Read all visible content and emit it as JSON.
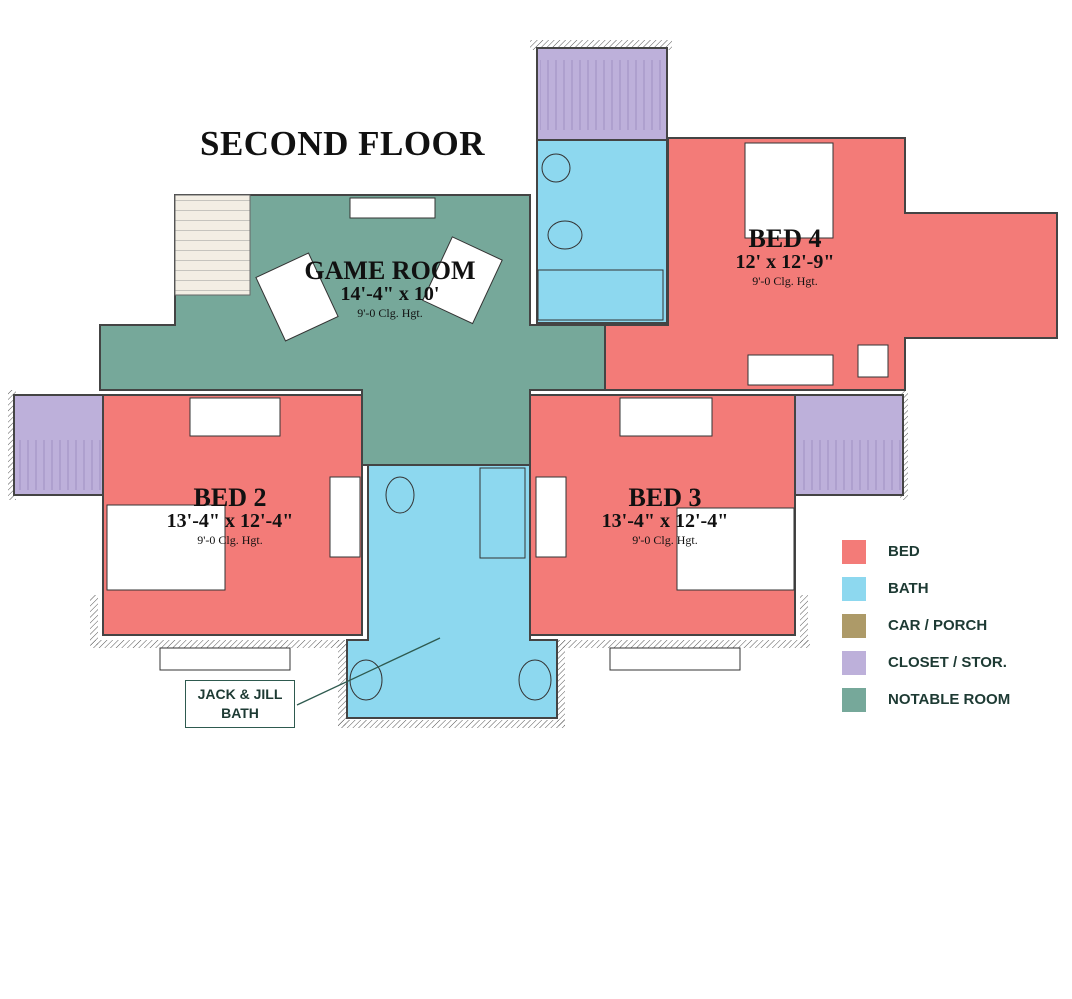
{
  "title": "SECOND FLOOR",
  "colors": {
    "bed": "#f37b78",
    "bath": "#8dd8ef",
    "car_porch": "#ad9a68",
    "closet": "#bdb0da",
    "notable": "#76a89a"
  },
  "rooms": {
    "game_room": {
      "name": "GAME ROOM",
      "dims": "14'-4\" x 10'",
      "ceiling": "9'-0 Clg. Hgt."
    },
    "bed4": {
      "name": "BED 4",
      "dims": "12' x 12'-9\"",
      "ceiling": "9'-0 Clg. Hgt."
    },
    "bed2": {
      "name": "BED 2",
      "dims": "13'-4\" x 12'-4\"",
      "ceiling": "9'-0 Clg. Hgt."
    },
    "bed3": {
      "name": "BED 3",
      "dims": "13'-4\" x 12'-4\"",
      "ceiling": "9'-0 Clg. Hgt."
    }
  },
  "callout": {
    "line1": "JACK & JILL",
    "line2": "BATH"
  },
  "legend": [
    {
      "label": "BED",
      "color": "#f37b78"
    },
    {
      "label": "BATH",
      "color": "#8dd8ef"
    },
    {
      "label": "CAR / PORCH",
      "color": "#ad9a68"
    },
    {
      "label": "CLOSET / STOR.",
      "color": "#bdb0da"
    },
    {
      "label": "NOTABLE ROOM",
      "color": "#76a89a"
    }
  ]
}
